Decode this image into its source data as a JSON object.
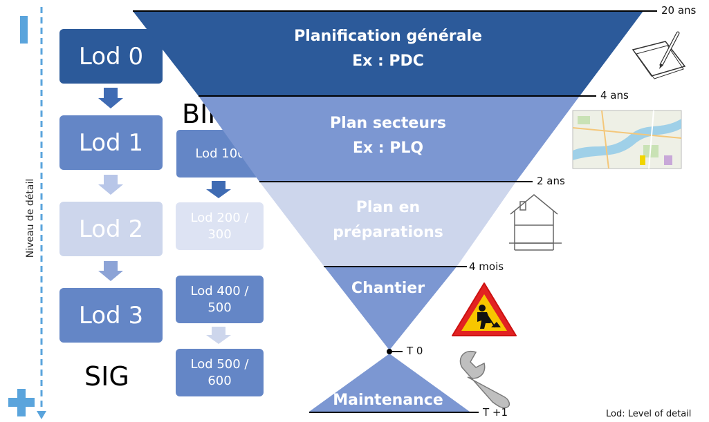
{
  "colors": {
    "dark": "#2c5a9a",
    "medium": "#5b80c4",
    "light": "#7c97d2",
    "pale": "#cdd6ec",
    "lighter": "#b8c6e8",
    "dashed_axis": "#5aa4dc"
  },
  "axis": {
    "label": "Niveau de détail",
    "top_symbol": "minus-icon",
    "bottom_symbol": "plus-icon"
  },
  "lod_column": {
    "items": [
      {
        "label": "Lod 0",
        "color": "#2c5a9a"
      },
      {
        "label": "Lod 1",
        "color": "#6486c6"
      },
      {
        "label": "Lod 2",
        "color": "#cdd6ec"
      },
      {
        "label": "Lod 3",
        "color": "#6486c6"
      }
    ],
    "footer": "SIG"
  },
  "bim_column": {
    "title": "BIM",
    "items": [
      {
        "label": "Lod 100"
      },
      {
        "label": "Lod 200 /\n300"
      },
      {
        "label": "Lod 400 /\n500"
      },
      {
        "label": "Lod 500 /\n600"
      }
    ]
  },
  "funnel": {
    "bands": [
      {
        "line1": "Planification générale",
        "line2": "Ex : PDC",
        "color": "#2c5a9a"
      },
      {
        "line1": "Plan secteurs",
        "line2": "Ex : PLQ",
        "color": "#7c97d2"
      },
      {
        "line1": "Plan en",
        "line2": "préparations",
        "color": "#cdd6ec"
      },
      {
        "line1": "Chantier",
        "line2": "",
        "color": "#7c97d2"
      },
      {
        "line1": "Maintenance",
        "line2": "",
        "color": "#7c97d2"
      }
    ],
    "time_labels": [
      "20 ans",
      "4 ans",
      "2 ans",
      "4 mois",
      "T 0",
      "T +1"
    ]
  },
  "icons": [
    "paper-pencil-icon",
    "city-map-icon",
    "house-icon",
    "roadwork-sign-icon",
    "wrench-icon"
  ],
  "footnote": "Lod: Level of detail"
}
